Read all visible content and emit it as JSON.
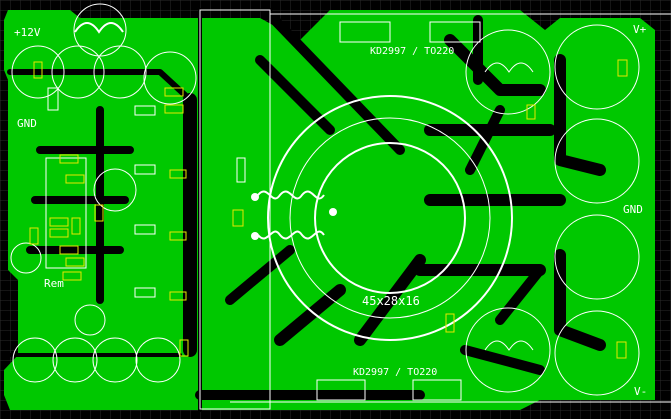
{
  "labels": {
    "supply_12v": "+12V",
    "gnd_left": "GND",
    "remote": "Rem",
    "transistor_top": "KD2997 / TO220",
    "transistor_bottom": "KD2997 / TO220",
    "toroid": "45x28x16",
    "v_plus": "V+",
    "gnd_right": "GND",
    "v_minus": "V-"
  },
  "colors": {
    "background": "#000000",
    "grid": "#2a2a2a",
    "copper": "#00c800",
    "silkscreen": "#ffffff",
    "smd_pad": "#e8e800"
  }
}
